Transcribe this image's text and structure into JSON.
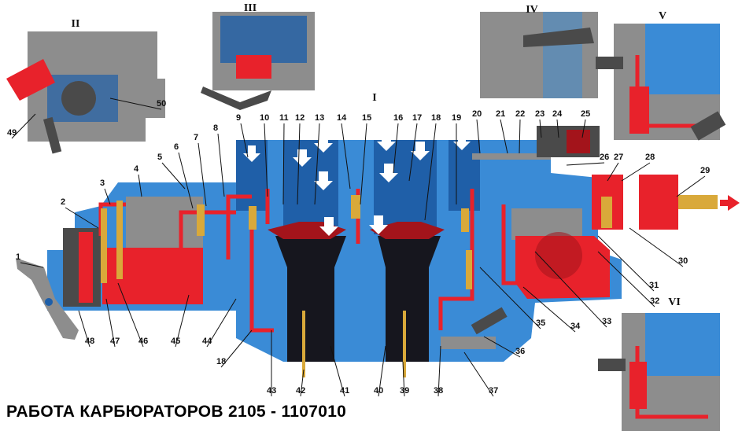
{
  "title": "РАБОТА КАРБЮРАТОРОВ 2105 - 1107010",
  "colors": {
    "body": "#3a8bd6",
    "body_dark": "#1f5fa8",
    "fuel": "#e8222b",
    "fuel_dark": "#a3141b",
    "metal": "#8d8d8d",
    "metal_dark": "#4a4a4a",
    "brass": "#d9a93a",
    "diffuser": "#16161e",
    "arrow": "#ffffff",
    "label": "#111111"
  },
  "icons": [
    "flow-arrow-icon",
    "fuel-inlet-arrow-icon"
  ],
  "views": [
    {
      "id": "view-main",
      "label": "I"
    },
    {
      "id": "view-II",
      "label": "II"
    },
    {
      "id": "view-III",
      "label": "III"
    },
    {
      "id": "view-IV",
      "label": "IV"
    },
    {
      "id": "view-V",
      "label": "V"
    },
    {
      "id": "view-VI",
      "label": "VI"
    }
  ],
  "callouts": [
    "1",
    "2",
    "3",
    "4",
    "5",
    "6",
    "7",
    "8",
    "9",
    "10",
    "11",
    "12",
    "13",
    "14",
    "15",
    "16",
    "17",
    "18",
    "19",
    "20",
    "21",
    "22",
    "23",
    "24",
    "25",
    "26",
    "27",
    "28",
    "29",
    "30",
    "31",
    "32",
    "33",
    "34",
    "35",
    "36",
    "37",
    "38",
    "39",
    "40",
    "41",
    "42",
    "43",
    "44",
    "45",
    "46",
    "47",
    "48",
    "49",
    "50",
    "18"
  ]
}
